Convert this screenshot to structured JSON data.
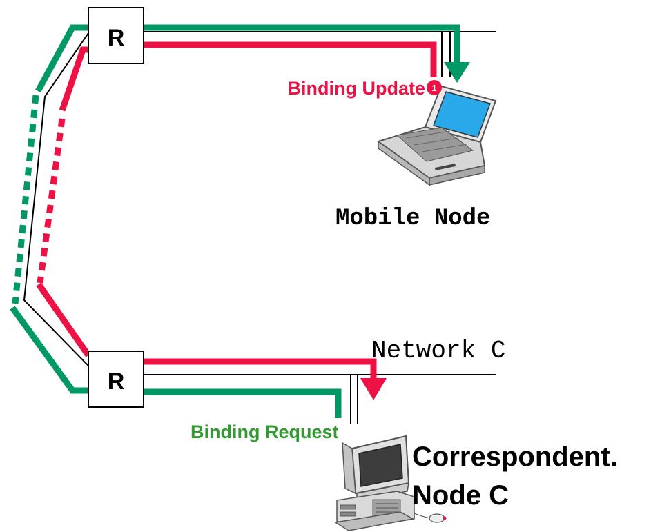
{
  "colors": {
    "update_path": "#ee1144",
    "request_path": "#009966",
    "request_label": "#339933",
    "text": "#000000"
  },
  "router_top": {
    "label": "R"
  },
  "router_bottom": {
    "label": "R"
  },
  "labels": {
    "binding_update": "Binding Update",
    "binding_request": "Binding Request",
    "mobile_node": "Mobile Node",
    "network_c": "Network C",
    "correspondent_line1": "Correspondent.",
    "correspondent_line2": "Node C"
  },
  "icons": {
    "mobile_node": "laptop-icon",
    "correspondent_node": "desktop-computer-icon",
    "update_marker": "numbered-marker-icon"
  },
  "marker": {
    "number": "1"
  }
}
